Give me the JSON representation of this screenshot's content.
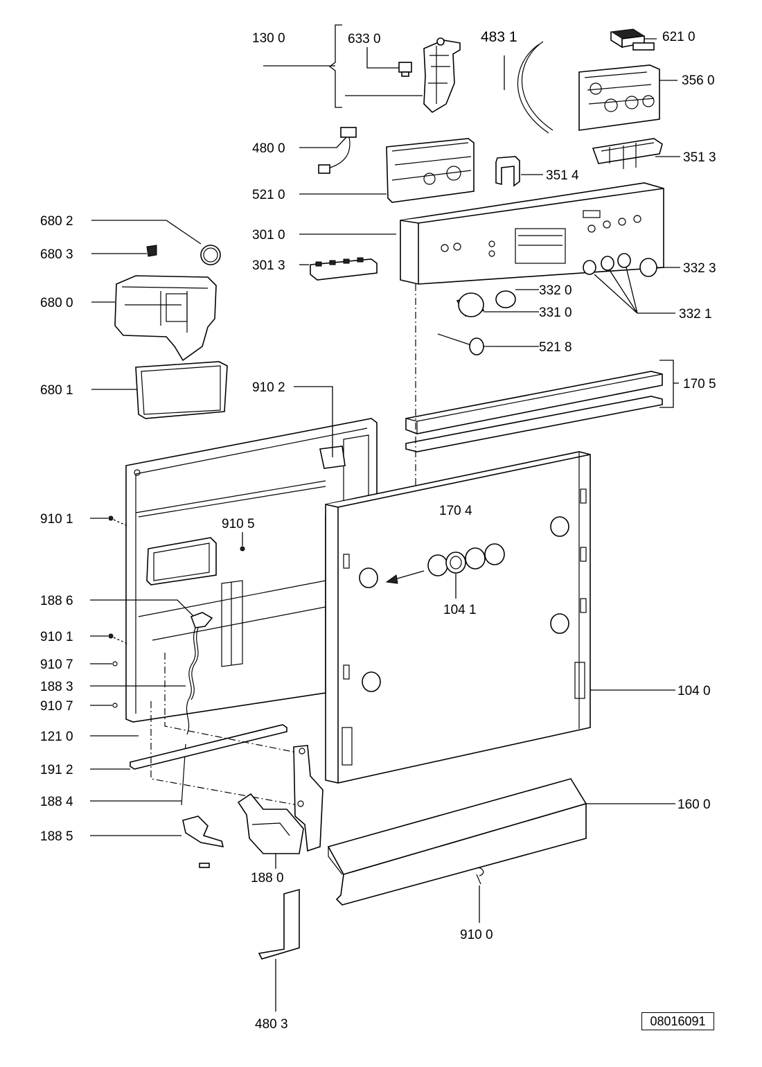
{
  "diagram": {
    "labels": {
      "l1300": "130 0",
      "l6330": "633 0",
      "l4831": "483 1",
      "l6210": "621 0",
      "l3560": "356 0",
      "l4800": "480 0",
      "l5210": "521 0",
      "l3514": "351 4",
      "l3513": "351 3",
      "l6802": "680 2",
      "l6803": "680 3",
      "l3010": "301 0",
      "l3013": "301 3",
      "l3323": "332 3",
      "l3320": "332 0",
      "l6800": "680 0",
      "l3310": "331 0",
      "l3321": "332 1",
      "l5218": "521 8",
      "l6801": "680 1",
      "l9102": "910 2",
      "l1705": "170 5",
      "l1704": "170 4",
      "l9101a": "910 1",
      "l9105": "910 5",
      "l1886": "188 6",
      "l1041": "104 1",
      "l9101b": "910 1",
      "l9107a": "910 7",
      "l1883": "188 3",
      "l1040": "104 0",
      "l9107b": "910 7",
      "l1210": "121 0",
      "l1912": "191 2",
      "l1884": "188 4",
      "l1600": "160 0",
      "l1885": "188 5",
      "l1880": "188 0",
      "l9100": "910 0",
      "l4803": "480 3"
    },
    "doc_number": "08016091"
  }
}
